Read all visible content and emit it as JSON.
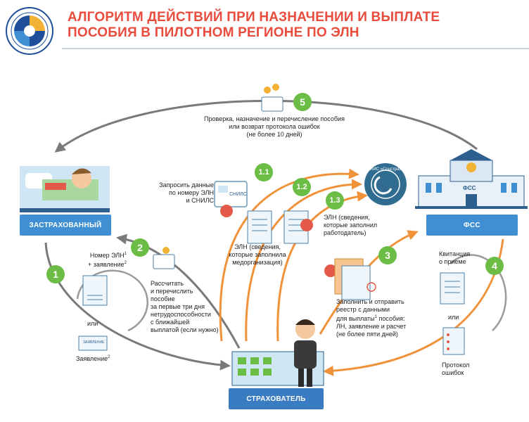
{
  "header": {
    "title_line1": "АЛГОРИТМ ДЕЙСТВИЙ ПРИ НАЗНАЧЕНИИ И ВЫПЛАТЕ",
    "title_line2": "ПОСОБИЯ В ПИЛОТНОМ РЕГИОНЕ ПО ЭЛН"
  },
  "nodes": {
    "insured": "ЗАСТРАХОВАННЫЙ",
    "fss": "ФСС",
    "employer": "СТРАХОВАТЕЛЬ",
    "fss_building_sign": "ФСС",
    "eis_logo": "ЕИИС «Соцстрах»"
  },
  "steps": {
    "s1": "1",
    "s2": "2",
    "s3": "3",
    "s4": "4",
    "s5": "5",
    "s11": "1.1",
    "s12": "1.2",
    "s13": "1.3"
  },
  "labels": {
    "step5_line1": "Проверка, назначение и перечисление пособия",
    "step5_line2": "или возврат протокола ошибок",
    "step5_line3": "(не более 10 дней)",
    "step11_line1": "Запросить данные",
    "step11_line2": "по номеру ЭЛН",
    "step11_line3": "и СНИЛС",
    "snils": "СНИЛС",
    "eln_med_line1": "ЭЛН (сведения,",
    "eln_med_line2": "которые заполнила",
    "eln_med_line3": "медорганизация)",
    "eln_emp_line1": "ЭЛН (сведения,",
    "eln_emp_line2": "которые заполнил",
    "eln_emp_line3": "работодатель)",
    "step1_top_line1": "Номер ЭЛН",
    "step1_top_sup1": "1",
    "step1_top_line2": "+ заявление",
    "step1_top_sup2": "2",
    "or_left": "или",
    "application_doc": "ЗАЯВЛЕНИЕ",
    "step1_bottom": "Заявление",
    "step1_bottom_sup": "2",
    "step2_line1": "Рассчитать",
    "step2_line2": "и перечислить",
    "step2_line3": "пособие",
    "step2_line4": "за первые три дня",
    "step2_line5": "нетрудоспособности",
    "step2_line6": "с ближайшей",
    "step2_line7": "выплатой (если нужно)",
    "step3_line1": "Заполнить и отправить",
    "step3_line2": "реестр с данными",
    "step3_line3": "для выплаты",
    "step3_sup": "1",
    "step3_line3b": " пособия:",
    "step3_line4": "ЛН, заявление и расчет",
    "step3_line5": "(не более пяти дней)",
    "receipt_line1": "Квитанция",
    "receipt_line2": "о приеме",
    "or_right": "или",
    "protocol_line1": "Протокол",
    "protocol_line2": "ошибок"
  },
  "colors": {
    "title": "#e94b3c",
    "box": "#3f8fd2",
    "badge": "#6bbd45",
    "arrow_orange": "#f0923a",
    "arrow_gray": "#7a7a7a"
  }
}
